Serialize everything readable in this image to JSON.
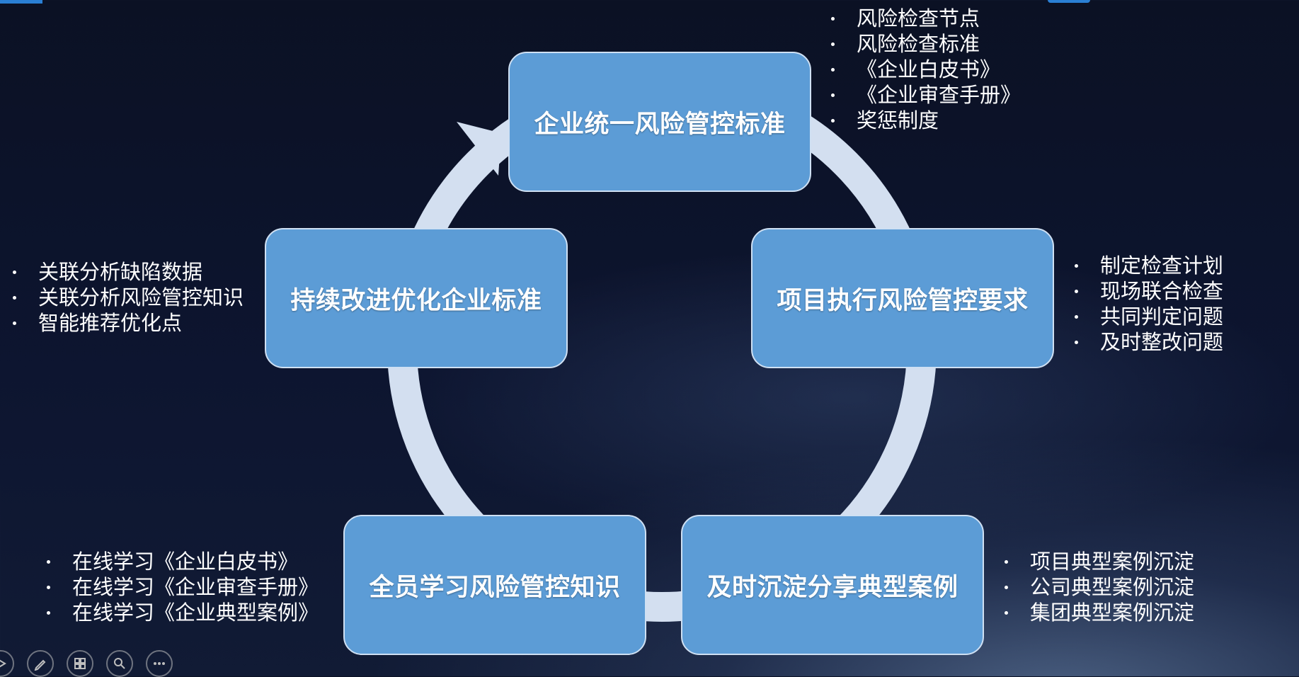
{
  "cycle": {
    "top": {
      "title": "企业统一风险管控标准",
      "bullets": [
        "风险检查节点",
        "风险检查标准",
        "《企业白皮书》",
        "《企业审查手册》",
        "奖惩制度"
      ]
    },
    "right": {
      "title": "项目执行风险管控要求",
      "bullets": [
        "制定检查计划",
        "现场联合检查",
        "共同判定问题",
        "及时整改问题"
      ]
    },
    "bottom_right": {
      "title": "及时沉淀分享典型案例",
      "bullets": [
        "项目典型案例沉淀",
        "公司典型案例沉淀",
        "集团典型案例沉淀"
      ]
    },
    "bottom_left": {
      "title": "全员学习风险管控知识",
      "bullets": [
        "在线学习《企业白皮书》",
        "在线学习《企业审查手册》",
        "在线学习《企业典型案例》"
      ]
    },
    "left": {
      "title": "持续改进优化企业标准",
      "bullets": [
        "关联分析缺陷数据",
        "关联分析风险管控知识",
        "智能推荐优化点"
      ]
    }
  },
  "toolbar": {
    "icons": [
      "play-icon",
      "pen-icon",
      "slides-icon",
      "zoom-icon",
      "more-icon"
    ]
  },
  "colors": {
    "box_fill": "#5c9cd6",
    "box_border": "#cfe0f3",
    "ring": "#d3dff0",
    "text": "#ffffff"
  }
}
